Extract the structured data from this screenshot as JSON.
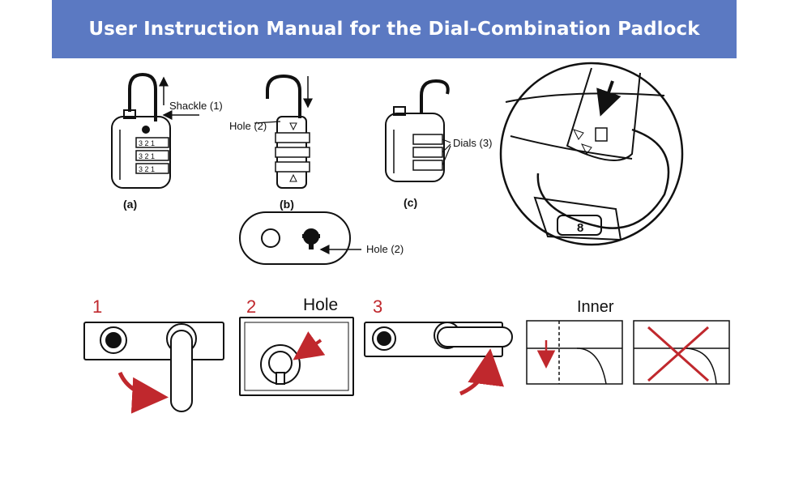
{
  "header": {
    "title": "User Instruction Manual for the Dial-Combination Padlock"
  },
  "top_figures": {
    "shackle_label": "Shackle (1)",
    "hole_label": "Hole (2)",
    "dials_label": "Dials (3)",
    "caption_a": "(a)",
    "caption_b": "(b)",
    "caption_c": "(c)",
    "plate_hole_label": "Hole (2)",
    "zoom_digit": "8"
  },
  "dial_digits": {
    "row1": "3 2 1",
    "row2": "3 2 1",
    "row3": "3 2 1"
  },
  "steps": {
    "step1": "1",
    "step2": "2",
    "step3": "3",
    "hole_heading": "Hole",
    "inner_heading": "Inner"
  },
  "colors": {
    "header_bg": "#5b79c2",
    "step_red": "#c0282d",
    "ink": "#111111"
  }
}
